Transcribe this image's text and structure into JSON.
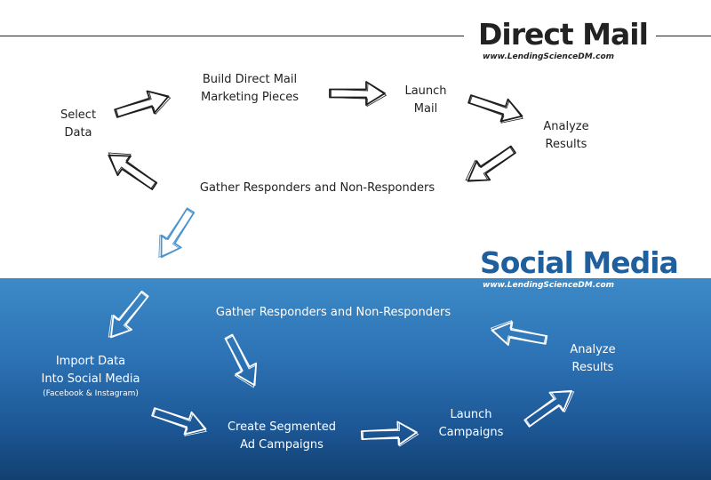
{
  "header": {
    "direct_mail_title": "Direct Mail",
    "direct_mail_url": "www.LendingScienceDM.com",
    "social_media_title": "Social Media",
    "social_media_url": "www.LendingScienceDM.com"
  },
  "direct_mail": {
    "select_data": [
      "Select",
      "Data"
    ],
    "build_pieces": [
      "Build Direct Mail",
      "Marketing Pieces"
    ],
    "launch_mail": [
      "Launch",
      "Mail"
    ],
    "analyze_results": [
      "Analyze",
      "Results"
    ],
    "gather_responders": "Gather Responders and Non-Responders"
  },
  "social_media": {
    "gather_responders": "Gather Responders and Non-Responders",
    "import_data": [
      "Import Data",
      "Into Social Media"
    ],
    "import_note": "(Facebook & Instagram)",
    "create_campaigns": [
      "Create Segmented",
      "Ad Campaigns"
    ],
    "launch_campaigns": [
      "Launch",
      "Campaigns"
    ],
    "analyze_results": [
      "Analyze",
      "Results"
    ]
  },
  "colors": {
    "dark_text": "#222222",
    "brand_blue": "#1f5f9e",
    "panel_top": "#3d8ac8",
    "panel_bottom": "#124070",
    "light_text": "#ffffff",
    "transition_arrow": "#4a94d0"
  },
  "icons": {
    "flow_arrow": "sketch-arrow-icon"
  }
}
